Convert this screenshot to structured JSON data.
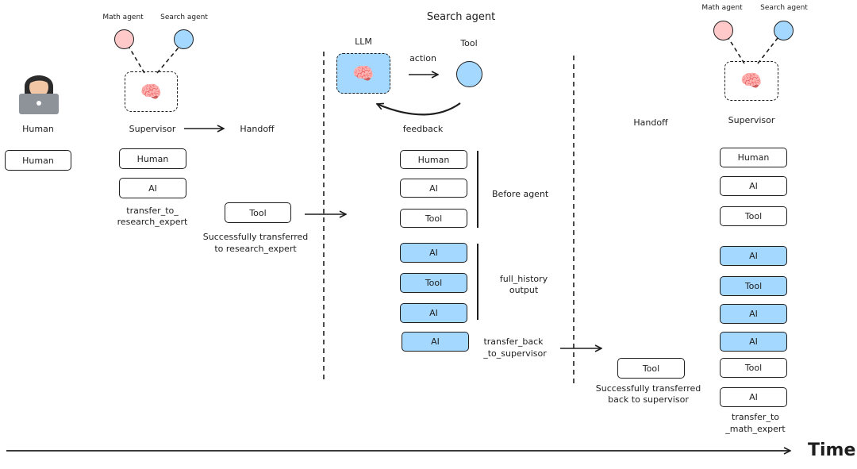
{
  "col1": {
    "human_label": "Human",
    "boxes": [
      "Human"
    ]
  },
  "col2": {
    "math_agent": "Math agent",
    "search_agent": "Search agent",
    "supervisor": "Supervisor",
    "handoff": "Handoff",
    "boxes": [
      "Human",
      "AI"
    ],
    "transfer_line1": "transfer_to_",
    "transfer_line2": "research_expert",
    "tool_box": "Tool",
    "success_line1": "Successfully transferred",
    "success_line2": "to research_expert"
  },
  "col3": {
    "title": "Search agent",
    "llm": "LLM",
    "action": "action",
    "tool": "Tool",
    "feedback": "feedback",
    "before_boxes": [
      "Human",
      "AI",
      "Tool"
    ],
    "before_label": "Before agent",
    "history_boxes": [
      "AI",
      "Tool",
      "AI"
    ],
    "history_line1": "full_history",
    "history_line2": "output",
    "final_box": "AI",
    "transfer_back_line1": "transfer_back",
    "transfer_back_line2": "_to_supervisor"
  },
  "col4": {
    "handoff": "Handoff",
    "tool_box": "Tool",
    "success_line1": "Successfully transferred",
    "success_line2": "back to supervisor"
  },
  "col5": {
    "math_agent": "Math agent",
    "search_agent": "Search agent",
    "supervisor": "Supervisor",
    "boxes": [
      {
        "label": "Human",
        "highlight": false
      },
      {
        "label": "AI",
        "highlight": false
      },
      {
        "label": "Tool",
        "highlight": false
      },
      {
        "label": "AI",
        "highlight": true
      },
      {
        "label": "Tool",
        "highlight": true
      },
      {
        "label": "AI",
        "highlight": true
      },
      {
        "label": "AI",
        "highlight": true
      },
      {
        "label": "Tool",
        "highlight": false
      },
      {
        "label": "AI",
        "highlight": false
      }
    ],
    "transfer_line1": "transfer_to",
    "transfer_line2": "_math_expert"
  },
  "timeline": {
    "label": "Time"
  },
  "colors": {
    "highlight": "#a5d8ff",
    "math_agent": "#ffc9c9",
    "stroke": "#1e1e1e"
  },
  "icons": {
    "agent": "brain-icon",
    "human": "person-with-laptop-icon"
  }
}
